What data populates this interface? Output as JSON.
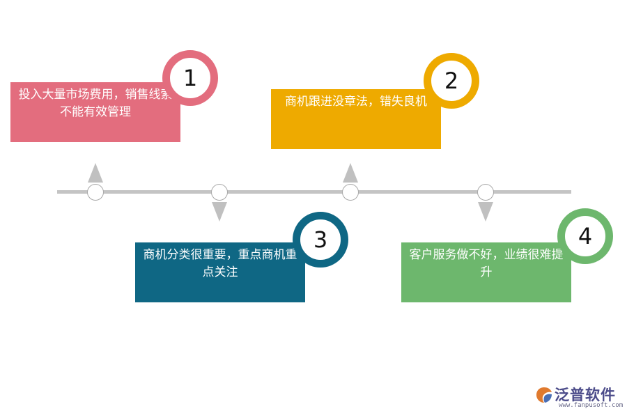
{
  "steps": [
    {
      "number": "1",
      "text": "投入大量市场费用，销售线索不能有效管理",
      "color": "#e36d7e"
    },
    {
      "number": "2",
      "text": "商机跟进没章法，错失良机",
      "color": "#eeaa00"
    },
    {
      "number": "3",
      "text": "商机分类很重要，重点商机重点关注",
      "color": "#0f6784"
    },
    {
      "number": "4",
      "text": "客户服务做不好，业绩很难提升",
      "color": "#6db76d"
    }
  ],
  "logo": {
    "name": "泛普软件",
    "url": "www.fanpusoft.com",
    "mark": "logo-icon"
  }
}
